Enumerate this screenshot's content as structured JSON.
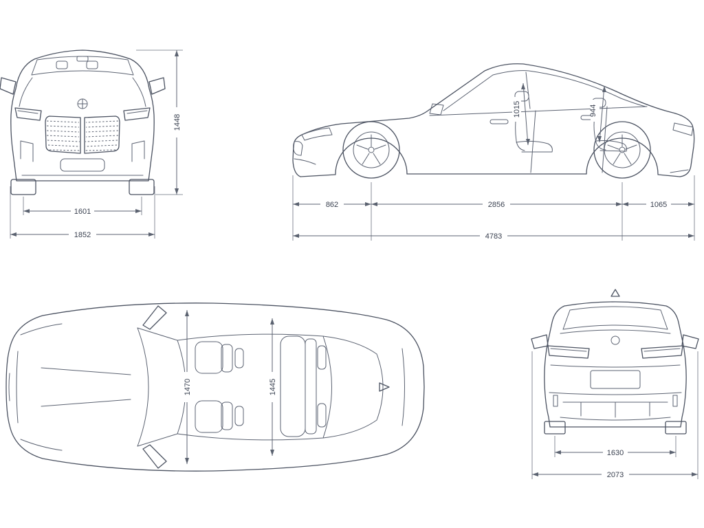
{
  "diagram": {
    "front_view": {
      "height_mm": "1448",
      "track_width_mm": "1601",
      "body_width_mm": "1852"
    },
    "side_view": {
      "front_headroom_mm": "1015",
      "rear_headroom_mm": "944",
      "front_overhang_mm": "862",
      "wheelbase_mm": "2856",
      "rear_overhang_mm": "1065",
      "overall_length_mm": "4783"
    },
    "top_view": {
      "front_interior_width_mm": "1470",
      "rear_interior_width_mm": "1445"
    },
    "rear_view": {
      "track_width_mm": "1630",
      "width_incl_mirrors_mm": "2073"
    }
  }
}
